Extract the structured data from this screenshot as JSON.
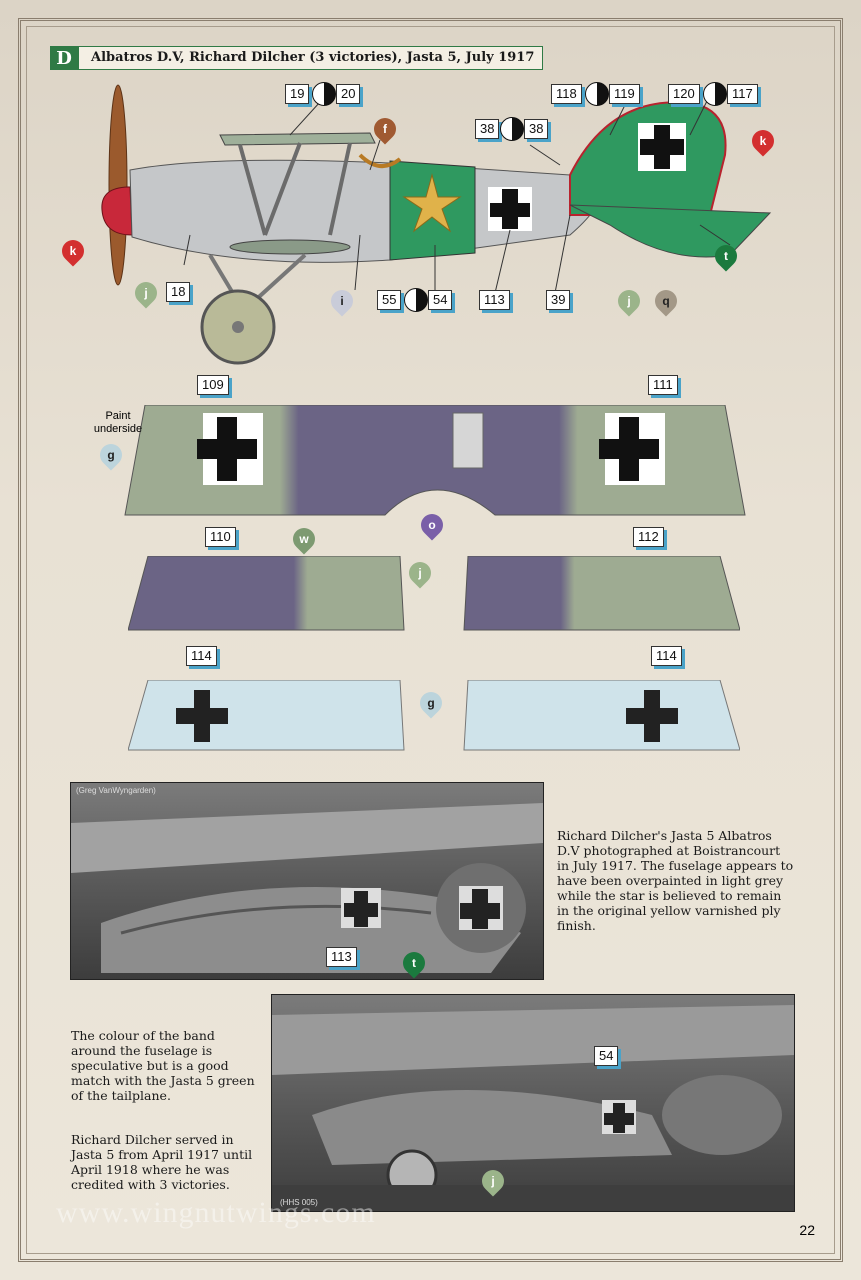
{
  "header": {
    "letter": "D",
    "title": "Albatros D.V, Richard Dilcher (3 victories), Jasta 5, July 1917"
  },
  "callouts": {
    "n19": "19",
    "n20": "20",
    "n118": "118",
    "n119": "119",
    "n120": "120",
    "n117": "117",
    "n38a": "38",
    "n38b": "38",
    "n18": "18",
    "n55": "55",
    "n54": "54",
    "n113": "113",
    "n39": "39",
    "n109": "109",
    "n111": "111",
    "n110": "110",
    "n112": "112",
    "n114a": "114",
    "n114b": "114",
    "p113": "113",
    "p54": "54"
  },
  "paint": {
    "f": "f",
    "k1": "k",
    "k2": "k",
    "j1": "j",
    "i": "i",
    "t1": "t",
    "j2": "j",
    "q": "q",
    "g1": "g",
    "w": "w",
    "o": "o",
    "j3": "j",
    "g2": "g",
    "t2": "t",
    "j4": "j"
  },
  "labels": {
    "paint_underside": "Paint underside"
  },
  "photo1": {
    "credit": "(Greg VanWyngarden)",
    "caption": "Richard Dilcher's Jasta 5 Albatros D.V photographed at Boistrancourt in July 1917. The fuselage appears to have been overpainted in light grey while the star is believed to remain in the original yellow varnished ply finish."
  },
  "photo2": {
    "credit": "(HHS 005)"
  },
  "notes": {
    "band": "The colour of the band around the fuselage is speculative but is a good match with the Jasta 5 green of the tailplane.",
    "service": "Richard Dilcher served in Jasta 5 from April 1917 until April 1918 where he was credited with 3 victories."
  },
  "footer": {
    "url": "www.wingnutwings.com",
    "page": "22"
  },
  "colors": {
    "accent_green": "#2f7a45",
    "label_shadow": "#4aa3c9",
    "drop_red": "#d32f2f",
    "drop_green": "#1b7a3e"
  }
}
